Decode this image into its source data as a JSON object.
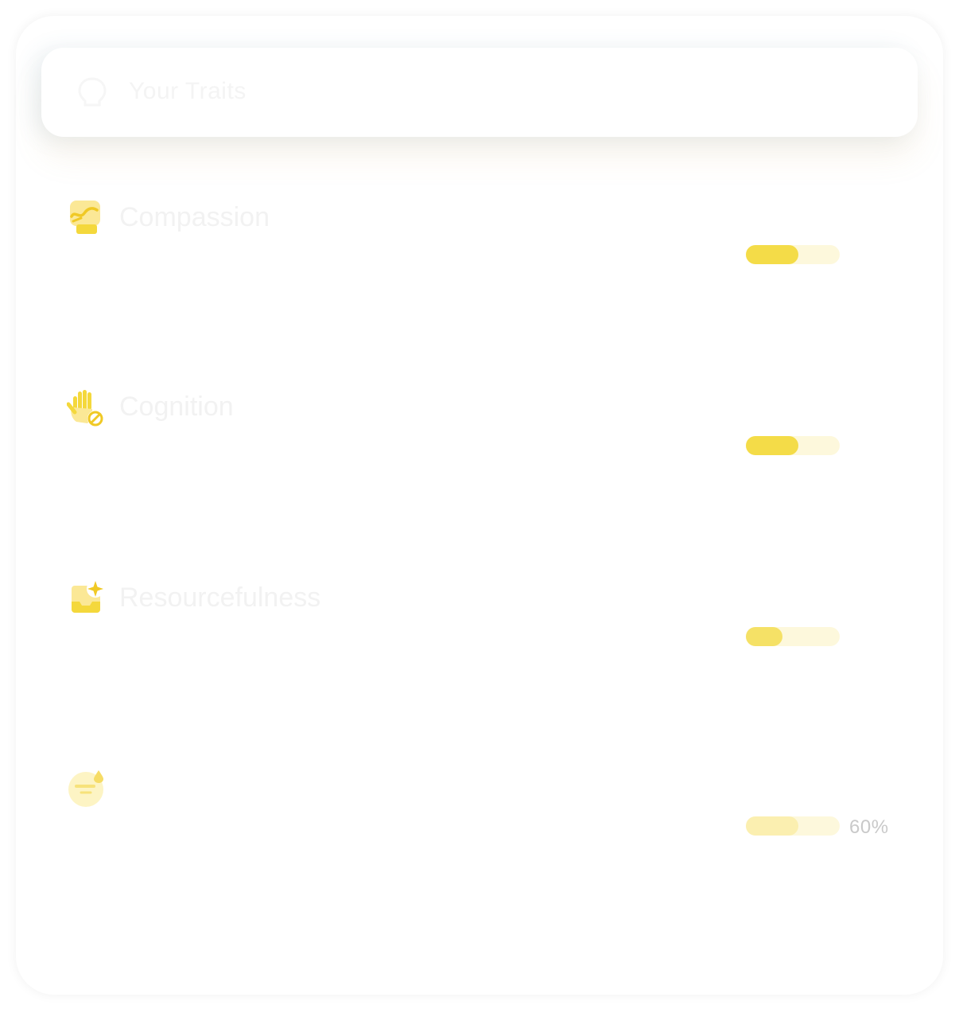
{
  "header": {
    "icon": "lightbulb-icon",
    "title": "Your Traits"
  },
  "items": [
    {
      "icon": "fist-bandage-icon",
      "title": "Compassion",
      "lines": [
        "",
        ""
      ],
      "progress": 0.56,
      "fill_color": "#f4dc48",
      "percent_label": ""
    },
    {
      "icon": "hand-stop-icon",
      "title": "Cognition",
      "lines": [
        "",
        ""
      ],
      "progress": 0.56,
      "fill_color": "#f4dc48",
      "percent_label": ""
    },
    {
      "icon": "inbox-sparkle-icon",
      "title": "Resourcefulness",
      "lines": [
        ""
      ],
      "progress": 0.39,
      "fill_color": "#f5e166",
      "percent_label": ""
    },
    {
      "icon": "face-sweat-icon",
      "title": "",
      "lines": [
        ""
      ],
      "progress": 0.56,
      "fill_color": "#fbefb0",
      "percent_label": "60%"
    }
  ]
}
